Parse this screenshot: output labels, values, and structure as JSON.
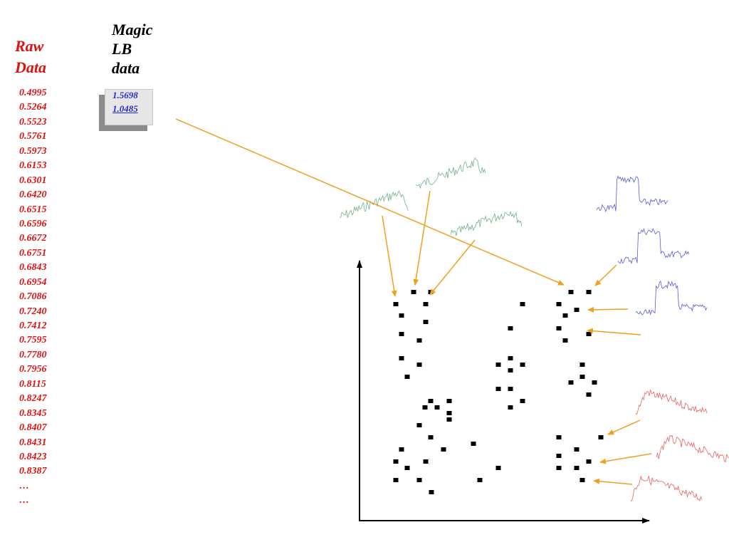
{
  "raw": {
    "title_line1": "Raw",
    "title_line2": "Data",
    "values": [
      "0.4995",
      "0.5264",
      "0.5523",
      "0.5761",
      "0.5973",
      "0.6153",
      "0.6301",
      "0.6420",
      "0.6515",
      "0.6596",
      "0.6672",
      "0.6751",
      "0.6843",
      "0.6954",
      "0.7086",
      "0.7240",
      "0.7412",
      "0.7595",
      "0.7780",
      "0.7956",
      "0.8115",
      "0.8247",
      "0.8345",
      "0.8407",
      "0.8431",
      "0.8423",
      "0.8387",
      "…",
      "…"
    ]
  },
  "magic": {
    "title_line1": "Magic",
    "title_line2": "LB",
    "title_line3": "data",
    "value1": "1.5698",
    "value2": "1.0485"
  },
  "colors": {
    "raw_text": "#e01010",
    "magic_text": "#2a2ad0",
    "arrow": "#f0a020",
    "trace_green": "#6fb08a",
    "trace_blue": "#5a5ad8",
    "trace_red": "#e86060",
    "point": "#000000"
  },
  "icons": {
    "axis_arrowhead": "triangle-arrowhead",
    "pointer_arrow": "orange-arrow"
  }
}
